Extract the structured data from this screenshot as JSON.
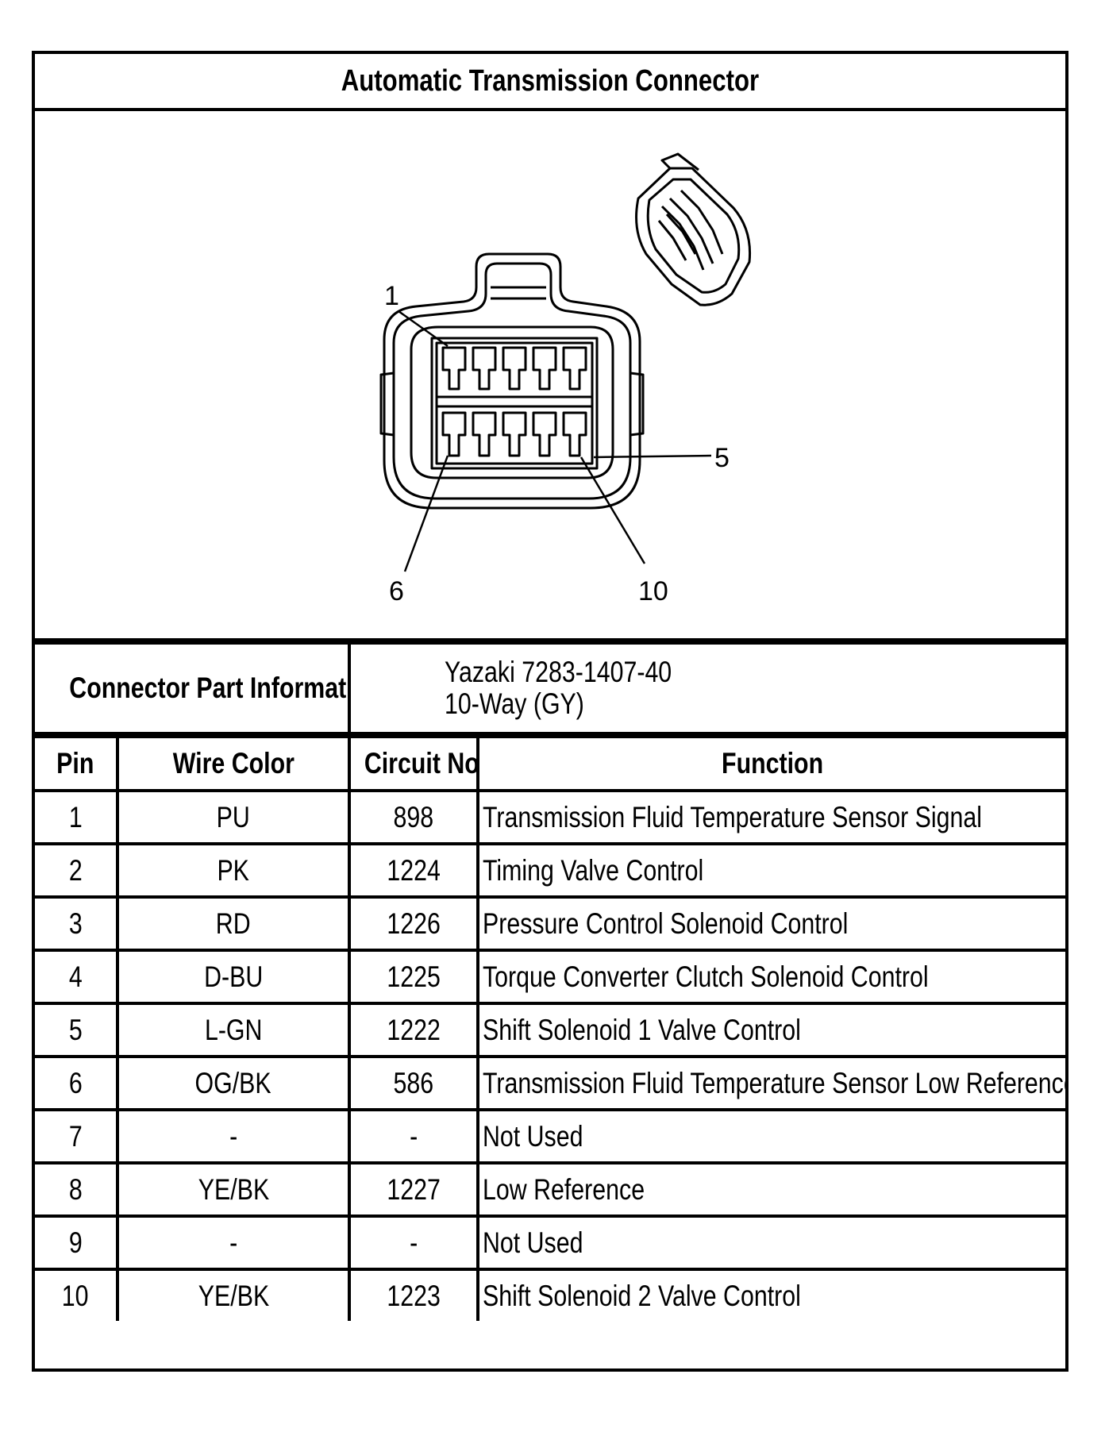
{
  "title": "Automatic Transmission Connector",
  "diagram": {
    "callouts": [
      "1",
      "5",
      "6",
      "10"
    ]
  },
  "connector_info": {
    "label": "Connector Part Information",
    "part_number": "Yazaki 7283-1407-40",
    "description": "10-Way (GY)"
  },
  "table": {
    "headers": [
      "Pin",
      "Wire Color",
      "Circuit No.",
      "Function"
    ],
    "rows": [
      [
        "1",
        "PU",
        "898",
        "Transmission Fluid Temperature Sensor Signal"
      ],
      [
        "2",
        "PK",
        "1224",
        "Timing Valve Control"
      ],
      [
        "3",
        "RD",
        "1226",
        "Pressure Control Solenoid Control"
      ],
      [
        "4",
        "D-BU",
        "1225",
        "Torque Converter Clutch Solenoid Control"
      ],
      [
        "5",
        "L-GN",
        "1222",
        "Shift Solenoid 1 Valve Control"
      ],
      [
        "6",
        "OG/BK",
        "586",
        "Transmission Fluid Temperature Sensor Low Reference"
      ],
      [
        "7",
        "-",
        "-",
        "Not Used"
      ],
      [
        "8",
        "YE/BK",
        "1227",
        "Low Reference"
      ],
      [
        "9",
        "-",
        "-",
        "Not Used"
      ],
      [
        "10",
        "YE/BK",
        "1223",
        "Shift Solenoid 2 Valve Control"
      ]
    ]
  }
}
